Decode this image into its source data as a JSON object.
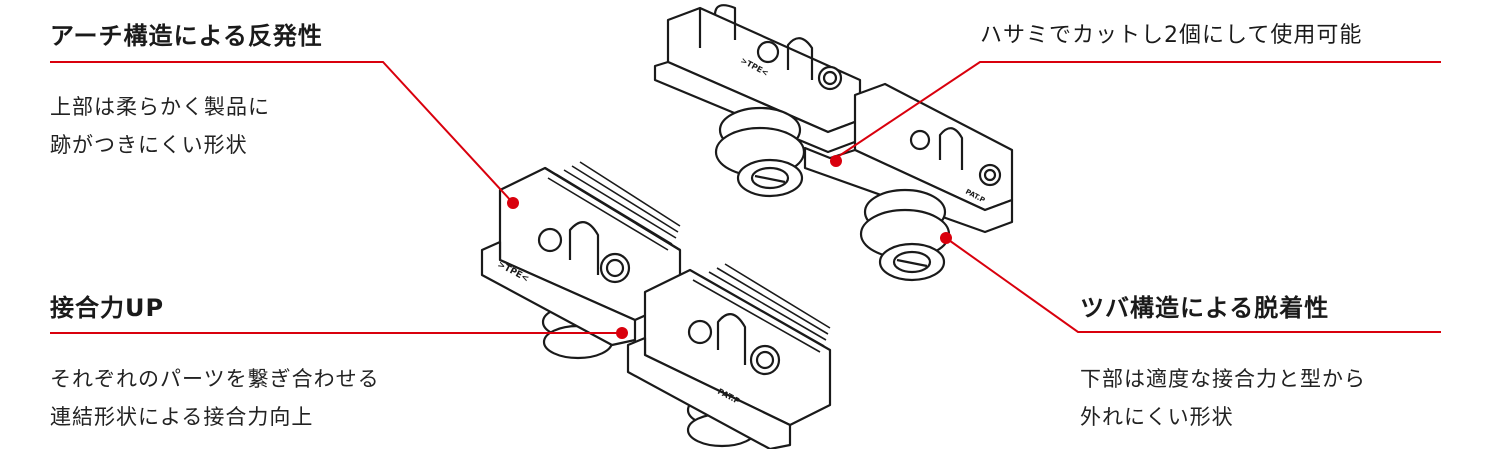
{
  "accent_color": "#d9000d",
  "callouts": [
    {
      "id": "arch",
      "title": "アーチ構造による反発性",
      "lines": [
        "上部は柔らかく製品に",
        "跡がつきにくい形状"
      ]
    },
    {
      "id": "cut",
      "title": "ハサミでカットし2個にして使用可能",
      "lines": []
    },
    {
      "id": "joint",
      "title": "接合力UP",
      "lines": [
        "それぞれのパーツを繋ぎ合わせる",
        "連結形状による接合力向上"
      ]
    },
    {
      "id": "flange",
      "title": "ツバ構造による脱着性",
      "lines": [
        "下部は適度な接合力と型から",
        "外れにくい形状"
      ]
    }
  ],
  "product_markings": {
    "type_label": ">TPE<",
    "pat_label": "PAT.P"
  }
}
